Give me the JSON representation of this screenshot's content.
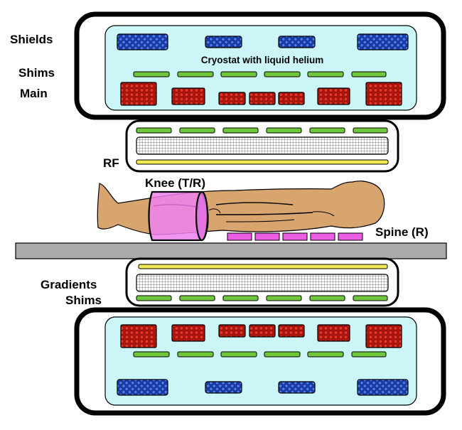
{
  "labels": {
    "shields": "Shields",
    "shims_top": "Shims",
    "main": "Main",
    "cryostat": "Cryostat with liquid helium",
    "rf": "RF",
    "knee": "Knee (T/R)",
    "spine": "Spine (R)",
    "gradients": "Gradients",
    "shims_bottom": "Shims"
  },
  "colors": {
    "cryostat_fill": "#ccf5f7",
    "shield_coil": "#1f4fd6",
    "shim_bar": "#6fc83c",
    "main_coil": "#d6231a",
    "rf_line": "#f2ea52",
    "body_skin": "#d9a56e",
    "knee_coil": "#ee82ee",
    "spine_coil": "#ee5de6",
    "table": "#aaaaaa"
  }
}
